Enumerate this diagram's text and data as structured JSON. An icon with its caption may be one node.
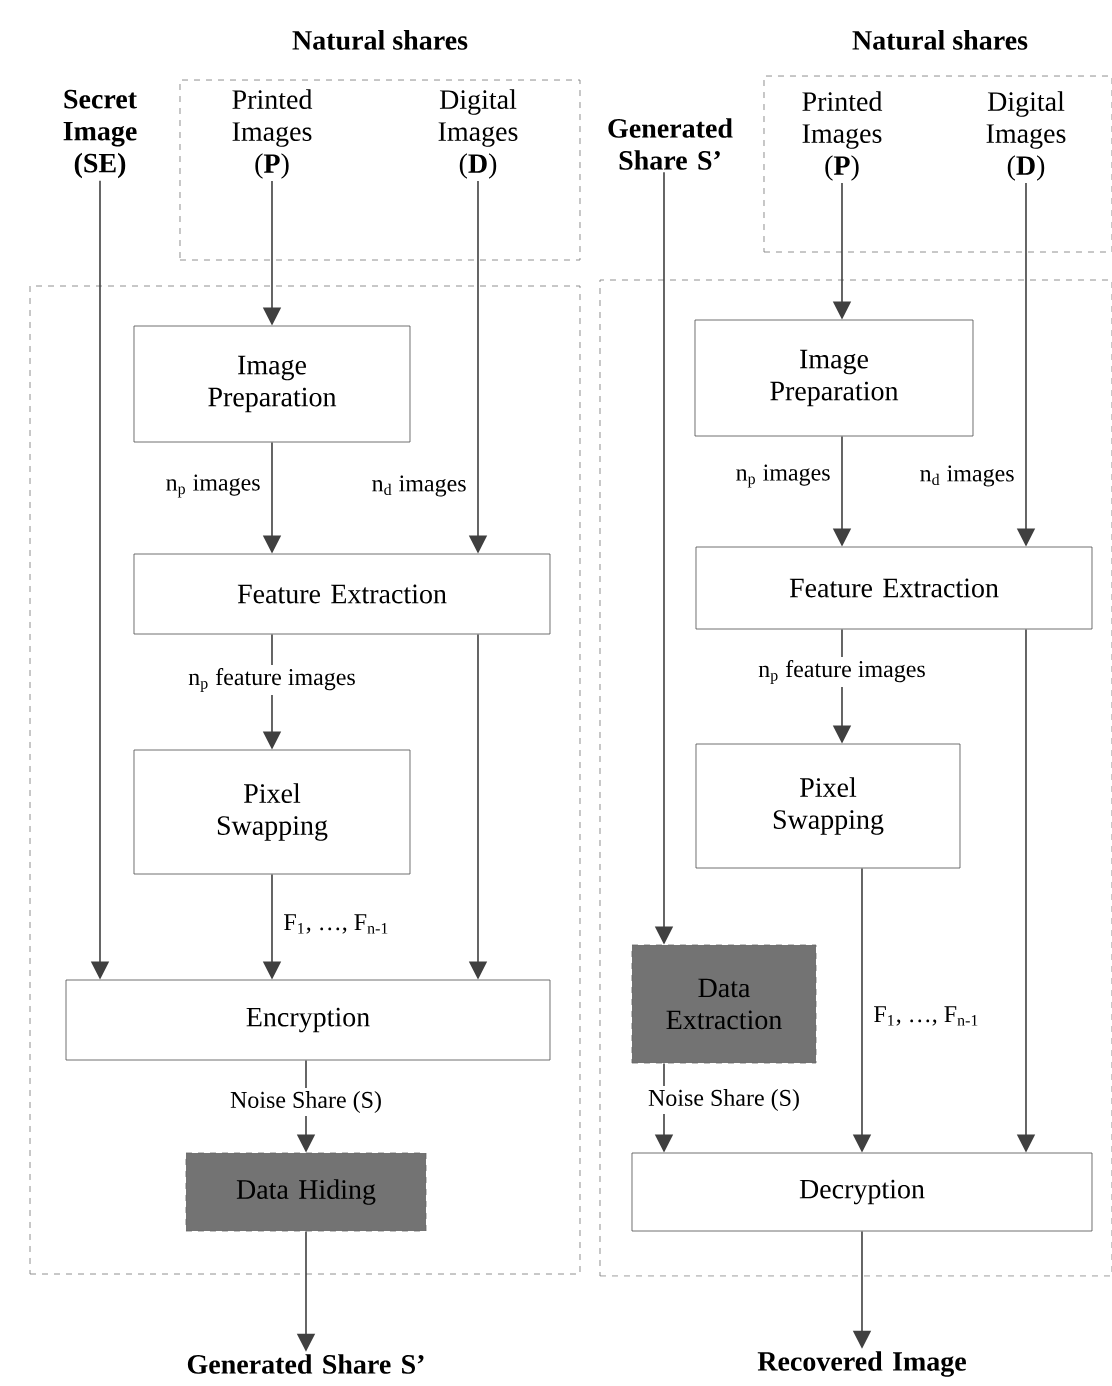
{
  "diagram": {
    "nodes": [
      {
        "text": [
          "Natural shares"
        ]
      },
      {
        "text": [
          "Printed Images (**P**)"
        ],
        "in": 0
      },
      {
        "text": [
          "Digital Images (**D**)"
        ],
        "in": 0
      },
      {
        "text": [
          "Secret Image (SE)"
        ]
      },
      {
        "text": [],
        "shape": "box"
      },
      {
        "text": [
          "Image Preparation"
        ],
        "in": 4
      },
      {
        "text": [
          "Feature Extraction"
        ],
        "in": 4
      },
      {
        "text": [
          "Pixel Swapping"
        ],
        "in": 4
      },
      {
        "text": [
          "Encryption"
        ],
        "in": 4
      },
      {
        "text": [
          "Data Hiding"
        ],
        "in": 4
      },
      {
        "text": [
          "Generated Share S’"
        ]
      },
      {
        "text": [
          "Natural shares"
        ]
      },
      {
        "text": [
          "Printed Images (**P**)"
        ],
        "in": 11
      },
      {
        "text": [
          "Digital Images (**D**)"
        ],
        "in": 11
      },
      {
        "text": [
          "Generated Share S’"
        ]
      },
      {
        "text": [],
        "shape": "box"
      },
      {
        "text": [
          "Image Preparation"
        ],
        "in": 15
      },
      {
        "text": [
          "Feature Extraction"
        ],
        "in": 15
      },
      {
        "text": [
          "Pixel Swapping"
        ],
        "in": 15
      },
      {
        "text": [
          "Data Extraction"
        ],
        "in": 15
      },
      {
        "text": [
          "Decryption"
        ],
        "in": 15
      },
      {
        "text": [
          "Recovered Image"
        ]
      }
    ],
    "edges": [
      {
        "from": 1,
        "to": 5,
        "arrow": "to"
      },
      {
        "from": 5,
        "to": 6,
        "arrow": "to",
        "label": "n$_{p}$ images"
      },
      {
        "from": 2,
        "to": 6,
        "arrow": "to",
        "label": "n$_{d}$ images"
      },
      {
        "from": 6,
        "to": 7,
        "arrow": "to",
        "label": "n$_{p}$ feature images"
      },
      {
        "from": 3,
        "to": 8,
        "arrow": "to"
      },
      {
        "from": 7,
        "to": 8,
        "arrow": "to",
        "label": "F$_{1}$, …, F$_{n-1}$"
      },
      {
        "from": 6,
        "to": 8,
        "arrow": "to"
      },
      {
        "from": 8,
        "to": 9,
        "arrow": "to",
        "label": "Noise Share (S)"
      },
      {
        "from": 9,
        "to": 10,
        "arrow": "to"
      },
      {
        "from": 12,
        "to": 16,
        "arrow": "to"
      },
      {
        "from": 16,
        "to": 17,
        "arrow": "to",
        "label": "n$_{p}$ images"
      },
      {
        "from": 13,
        "to": 17,
        "arrow": "to",
        "label": "n$_{d}$ images"
      },
      {
        "from": 17,
        "to": 18,
        "arrow": "to",
        "label": "n$_{p}$ feature images"
      },
      {
        "from": 14,
        "to": 19,
        "arrow": "to"
      },
      {
        "from": 19,
        "to": 20,
        "arrow": "to",
        "label": "Noise Share (S)"
      },
      {
        "from": 18,
        "to": 20,
        "arrow": "to",
        "label": "F$_{1}$, …, F$_{n-1}$"
      },
      {
        "from": 17,
        "to": 20,
        "arrow": "to"
      },
      {
        "from": 20,
        "to": 21,
        "arrow": "to"
      }
    ]
  }
}
